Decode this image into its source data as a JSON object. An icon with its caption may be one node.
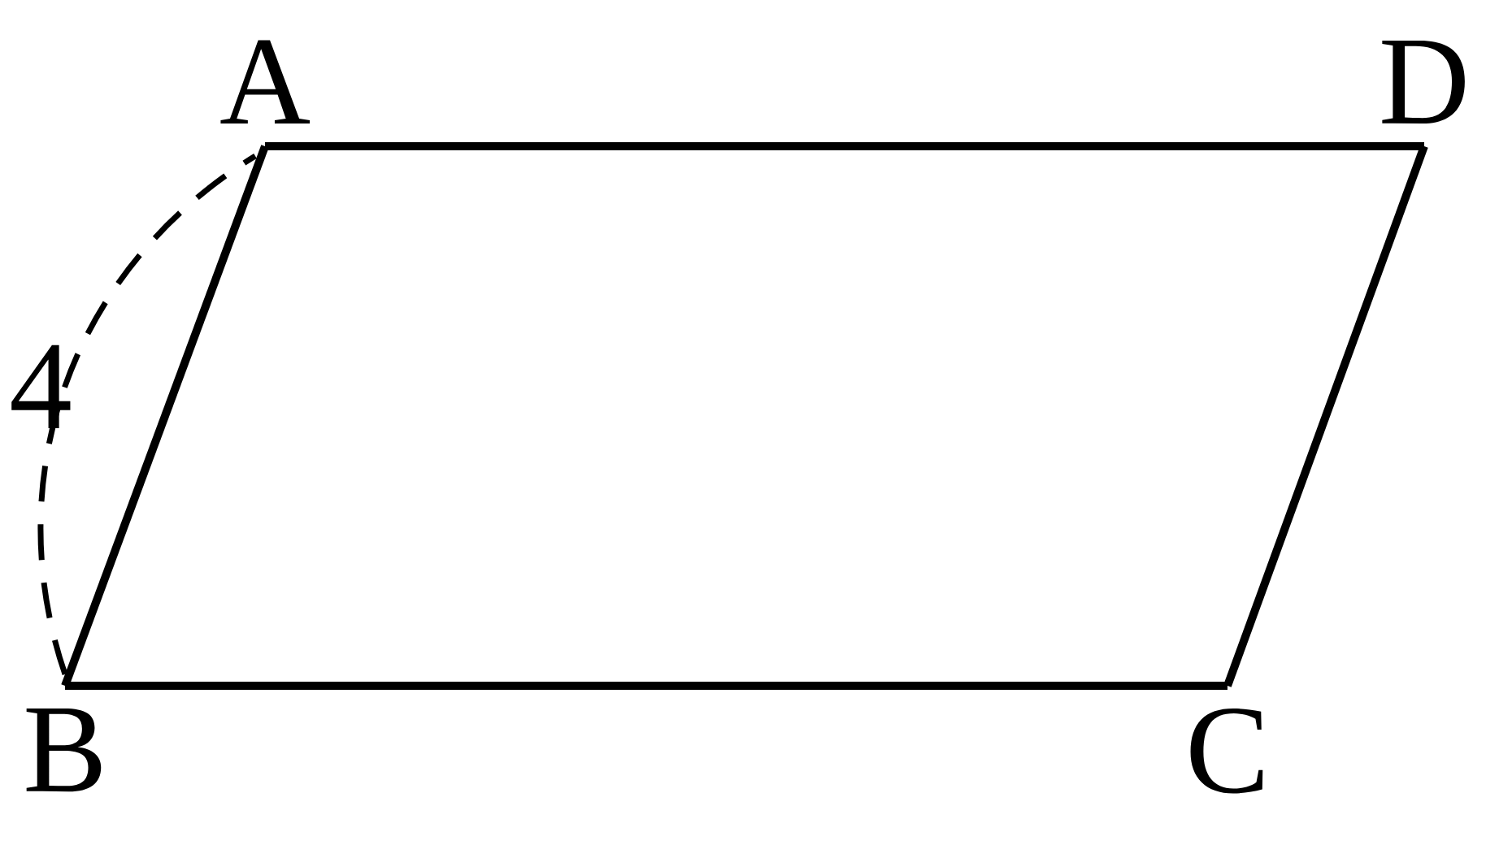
{
  "diagram": {
    "nodes": [
      {
        "text": [
          "A"
        ]
      },
      {
        "text": [
          "D"
        ]
      },
      {
        "text": [
          "C"
        ]
      },
      {
        "text": [
          "B"
        ]
      }
    ],
    "edges": [
      {
        "from": 0,
        "to": 1,
        "arrow": "none"
      },
      {
        "from": 1,
        "to": 2,
        "arrow": "none"
      },
      {
        "from": 2,
        "to": 3,
        "arrow": "none"
      },
      {
        "from": 3,
        "to": 0,
        "arrow": "none"
      }
    ],
    "labels": [
      "4"
    ]
  }
}
